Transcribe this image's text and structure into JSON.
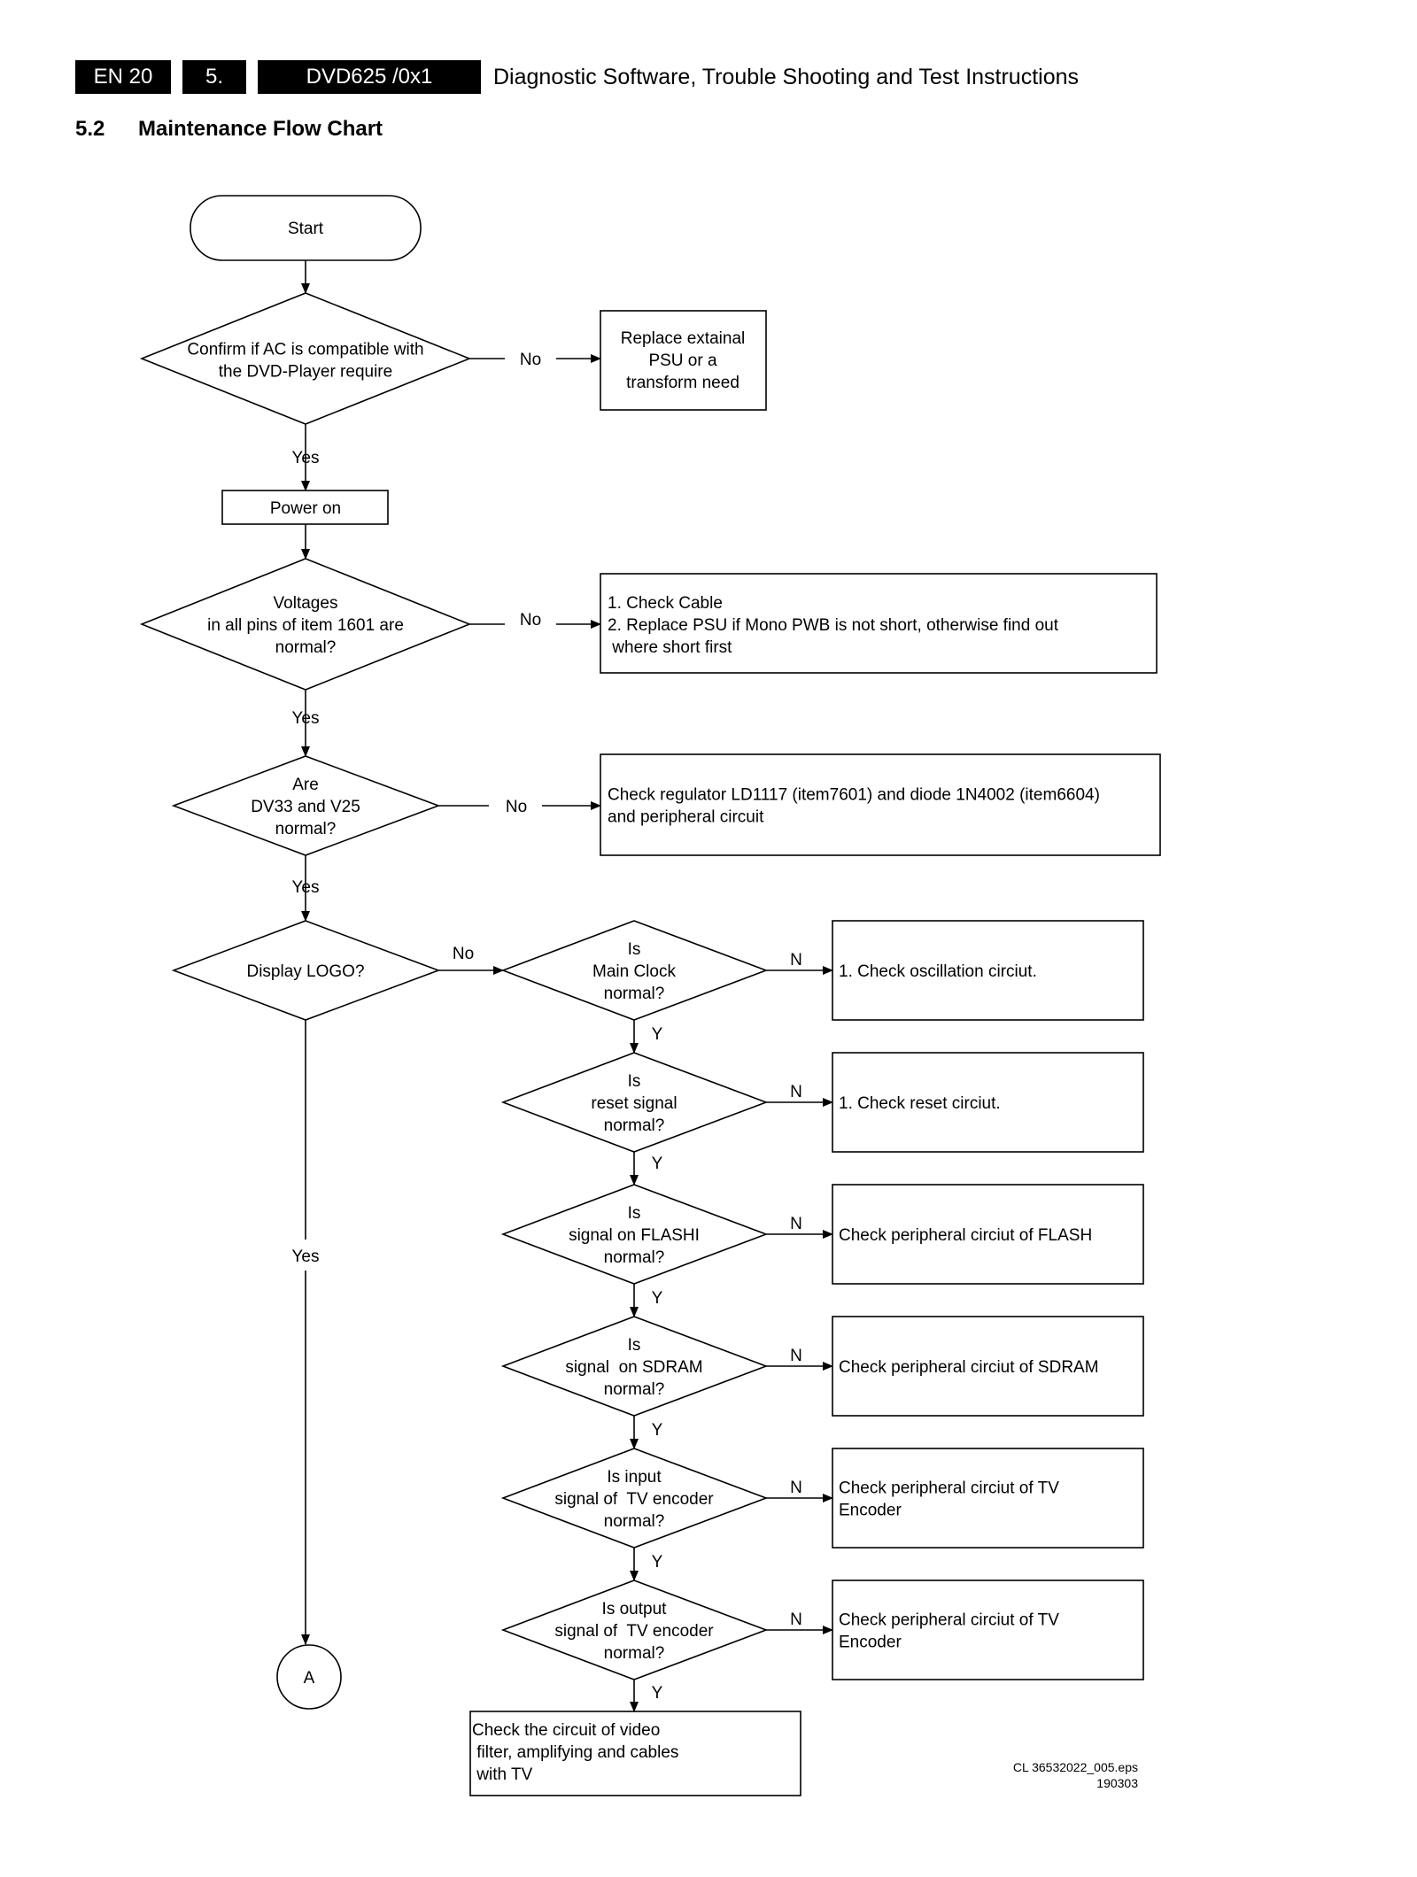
{
  "header": {
    "tag_lang_page": "EN 20",
    "tag_chapter": "5.",
    "tag_model": "DVD625 /0x1",
    "title": "Diagnostic Software, Trouble Shooting and Test Instructions"
  },
  "section": {
    "number": "5.2",
    "title": "Maintenance Flow Chart"
  },
  "flowchart": {
    "start": "Start",
    "connector": "A",
    "decisions": {
      "ac": [
        "Confirm if AC is compatible with",
        "the DVD-Player require"
      ],
      "voltages": [
        "Voltages",
        "in all pins of item 1601 are",
        "normal?"
      ],
      "dv33": [
        "Are",
        "DV33 and V25",
        "normal?"
      ],
      "logo": [
        "Display LOGO?"
      ],
      "clock": [
        "Is",
        "Main Clock",
        "normal?"
      ],
      "reset": [
        "Is",
        "reset signal",
        "normal?"
      ],
      "flash": [
        "Is",
        "signal on FLASHI",
        "normal?"
      ],
      "sdram": [
        "Is",
        "signal  on SDRAM",
        "normal?"
      ],
      "tv_in": [
        "Is input",
        "signal of  TV encoder",
        "normal?"
      ],
      "tv_out": [
        "Is output",
        "signal of  TV encoder",
        "normal?"
      ]
    },
    "processes": {
      "power_on": [
        "Power on"
      ],
      "replace_psu": [
        "Replace extainal",
        "PSU or a",
        "transform need"
      ],
      "check_cable": [
        "1. Check Cable",
        "2. Replace PSU if Mono PWB is not short, otherwise find out",
        " where short first"
      ],
      "check_regulator": [
        "Check regulator LD1117 (item7601) and diode 1N4002 (item6604)",
        "and peripheral circuit"
      ],
      "check_osc": [
        "1. Check oscillation circiut."
      ],
      "check_reset": [
        "1. Check reset circiut."
      ],
      "check_flash": [
        "Check peripheral circiut of FLASH"
      ],
      "check_sdram": [
        "Check peripheral circiut of SDRAM"
      ],
      "check_tv_in": [
        "Check peripheral circiut of TV",
        "Encoder"
      ],
      "check_tv_out": [
        "Check peripheral circiut of TV",
        "Encoder"
      ],
      "check_video": [
        "Check the circuit of video",
        " filter, amplifying and cables",
        " with TV"
      ]
    },
    "labels": {
      "yes": "Yes",
      "no": "No",
      "y": "Y",
      "n": "N"
    }
  },
  "footer": {
    "file": "CL 36532022_005.eps",
    "date": "190303"
  }
}
